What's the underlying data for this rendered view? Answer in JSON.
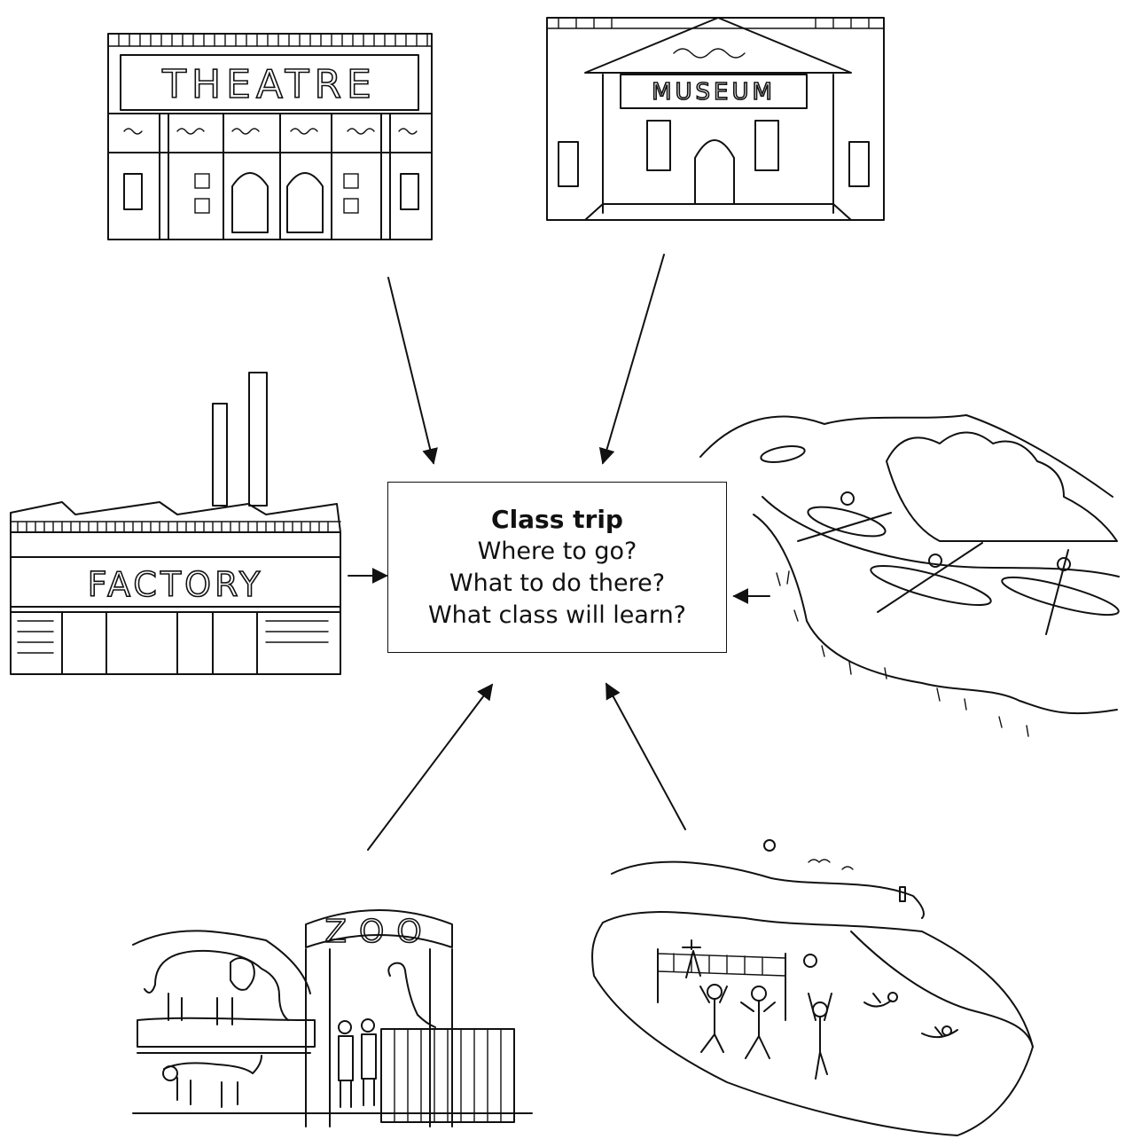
{
  "center": {
    "title": "Class trip",
    "lines": [
      "Where to go?",
      "What to do there?",
      "What class will learn?"
    ]
  },
  "places": {
    "theatre": "THEATRE",
    "museum": "MUSEUM",
    "factory": "FACTORY",
    "zoo": "ZOO"
  },
  "icons": {
    "theatre": "theatre-building-icon",
    "museum": "museum-building-icon",
    "factory": "factory-building-icon",
    "river": "river-kayaking-icon",
    "zoo": "zoo-gate-icon",
    "beach": "beach-volleyball-icon"
  }
}
